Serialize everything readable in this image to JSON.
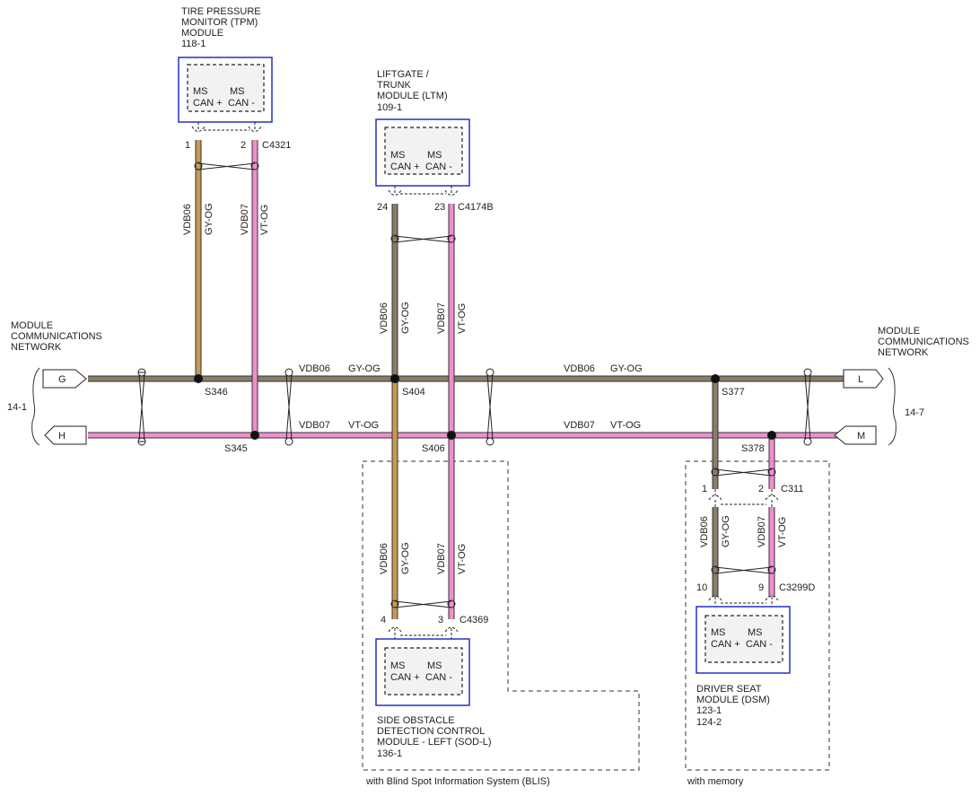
{
  "colors": {
    "gy_og": "#c59a52",
    "gy_og_bus": "#8a7d68",
    "vt_og": "#ee8fcf",
    "module_border": "#2430c8"
  },
  "left_network": {
    "title_lines": [
      "MODULE",
      "COMMUNICATIONS",
      "NETWORK"
    ],
    "page_ref": "14-1",
    "connectors": [
      "G",
      "H"
    ]
  },
  "right_network": {
    "title_lines": [
      "MODULE",
      "COMMUNICATIONS",
      "NETWORK"
    ],
    "page_ref": "14-7",
    "connectors": [
      "L",
      "M"
    ]
  },
  "bus": {
    "upper": {
      "circuit": "VDB06",
      "color": "GY-OG"
    },
    "lower": {
      "circuit": "VDB07",
      "color": "VT-OG"
    }
  },
  "splices": [
    "S346",
    "S345",
    "S404",
    "S406",
    "S377",
    "S378"
  ],
  "modules": {
    "tpm": {
      "title_lines": [
        "TIRE PRESSURE",
        "MONITOR (TPM)",
        "MODULE",
        "118-1"
      ],
      "pin_labels": [
        [
          "MS",
          "CAN +"
        ],
        [
          "MS",
          "CAN -"
        ]
      ],
      "connector": "C4321",
      "pins": [
        "1",
        "2"
      ]
    },
    "ltm": {
      "title_lines": [
        "LIFTGATE /",
        "TRUNK",
        "MODULE (LTM)",
        "109-1"
      ],
      "pin_labels": [
        [
          "MS",
          "CAN +"
        ],
        [
          "MS",
          "CAN -"
        ]
      ],
      "connector": "C4174B",
      "pins": [
        "24",
        "23"
      ]
    },
    "sodl": {
      "title_lines": [
        "SIDE OBSTACLE",
        "DETECTION CONTROL",
        "MODULE - LEFT (SOD-L)",
        "136-1"
      ],
      "pin_labels": [
        [
          "MS",
          "CAN +"
        ],
        [
          "MS",
          "CAN -"
        ]
      ],
      "connector": "C4369",
      "pins": [
        "4",
        "3"
      ]
    },
    "dsm": {
      "title_lines": [
        "DRIVER SEAT",
        "MODULE (DSM)",
        "123-1",
        "124-2"
      ],
      "pin_labels": [
        [
          "MS",
          "CAN +"
        ],
        [
          "MS",
          "CAN -"
        ]
      ],
      "connector": "C3299D",
      "pins": [
        "10",
        "9"
      ]
    }
  },
  "inline_connector": {
    "name": "C311",
    "pins": [
      "1",
      "2"
    ]
  },
  "wire_labels": {
    "vdb06": "VDB06",
    "gy_og": "GY-OG",
    "vdb07": "VDB07",
    "vt_og": "VT-OG"
  },
  "options": {
    "blis": "with Blind Spot Information System (BLIS)",
    "memory": "with memory"
  }
}
